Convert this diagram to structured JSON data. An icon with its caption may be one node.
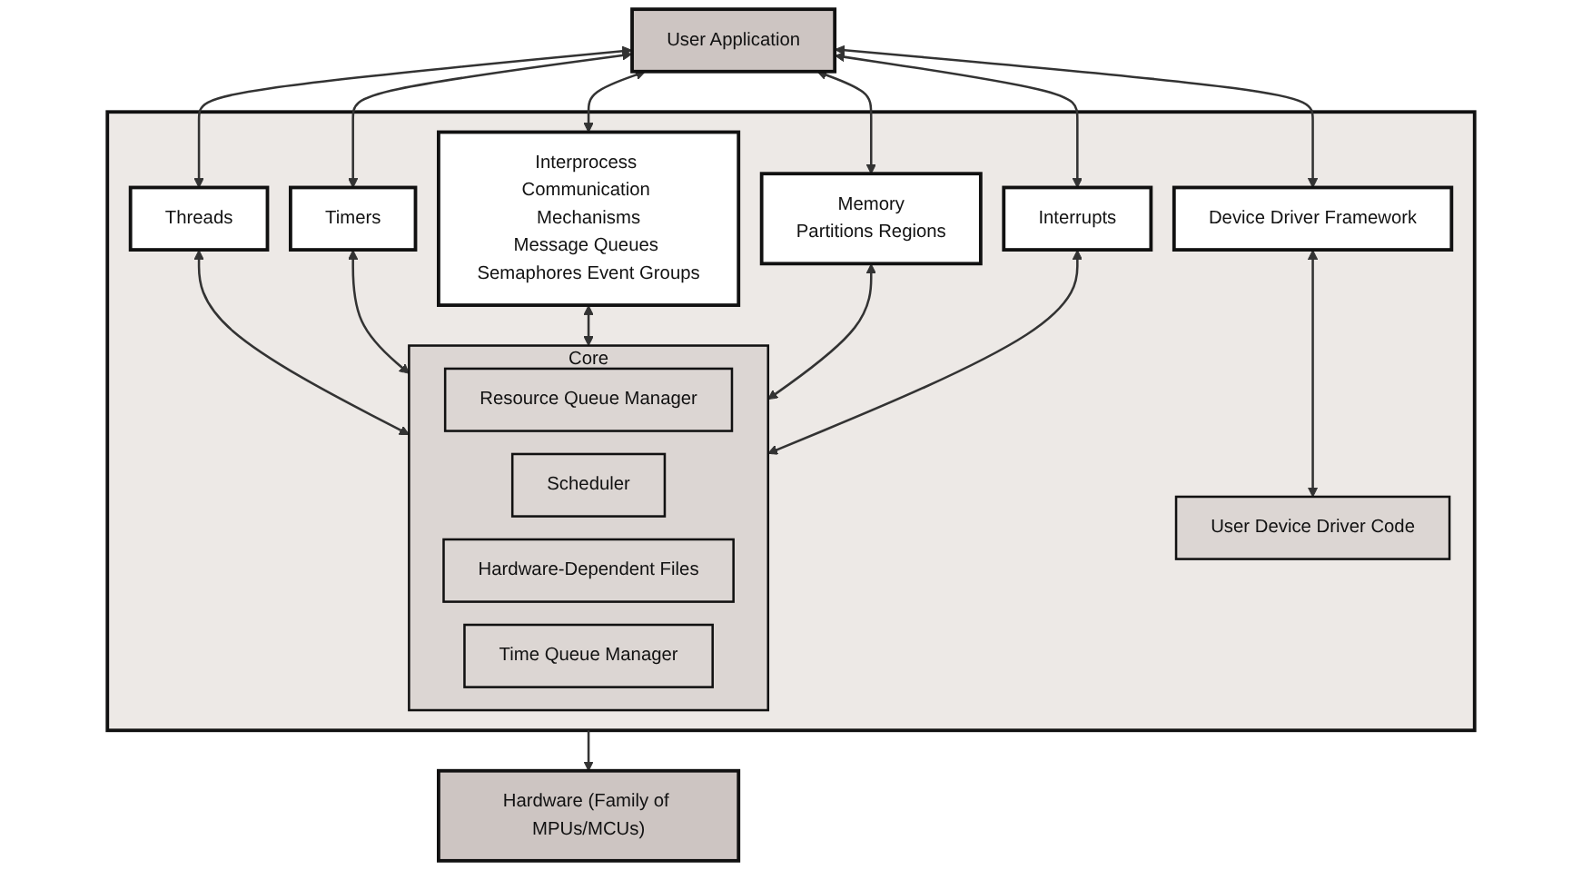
{
  "diagram": {
    "nodes": [
      {
        "text": [
          "User Application"
        ]
      },
      {
        "text": [],
        "shape": "box"
      },
      {
        "text": [
          "Threads"
        ],
        "in": 1
      },
      {
        "text": [
          "Timers"
        ],
        "in": 1
      },
      {
        "text": [
          "Interprocess Communication Mechanisms",
          "Message Queues Semaphores Event Groups"
        ],
        "in": 1
      },
      {
        "text": [
          "Memory",
          "Partitions Regions"
        ],
        "in": 1
      },
      {
        "text": [
          "Interrupts"
        ],
        "in": 1
      },
      {
        "text": [
          "Device Driver Framework"
        ],
        "in": 1
      },
      {
        "text": [
          "Core"
        ],
        "in": 1
      },
      {
        "text": [
          "Resource Queue Manager"
        ],
        "in": 8
      },
      {
        "text": [
          "Scheduler"
        ],
        "in": 8
      },
      {
        "text": [
          "Hardware-Dependent Files"
        ],
        "in": 8
      },
      {
        "text": [
          "Time Queue Manager"
        ],
        "in": 8
      },
      {
        "text": [
          "User Device Driver Code"
        ],
        "in": 1
      },
      {
        "text": [
          "Hardware (Family of MPUs/MCUs)"
        ]
      }
    ],
    "edges": [
      {
        "from": 0,
        "to": 2,
        "arrow": "both"
      },
      {
        "from": 0,
        "to": 3,
        "arrow": "both"
      },
      {
        "from": 0,
        "to": 4,
        "arrow": "both"
      },
      {
        "from": 0,
        "to": 5,
        "arrow": "both"
      },
      {
        "from": 0,
        "to": 6,
        "arrow": "both"
      },
      {
        "from": 0,
        "to": 7,
        "arrow": "both"
      },
      {
        "from": 2,
        "to": 8,
        "arrow": "both"
      },
      {
        "from": 3,
        "to": 8,
        "arrow": "both"
      },
      {
        "from": 4,
        "to": 8,
        "arrow": "both"
      },
      {
        "from": 5,
        "to": 8,
        "arrow": "both"
      },
      {
        "from": 6,
        "to": 8,
        "arrow": "both"
      },
      {
        "from": 7,
        "to": 13,
        "arrow": "both"
      },
      {
        "from": 1,
        "to": 14,
        "arrow": "to"
      }
    ]
  }
}
